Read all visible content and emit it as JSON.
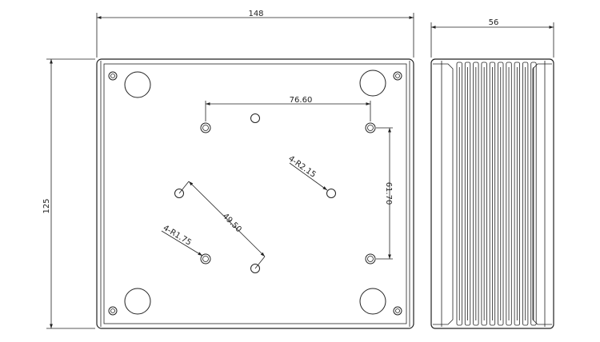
{
  "dimensions": {
    "width_total": "148",
    "height_total": "125",
    "side_width": "56",
    "hole_spacing_horizontal": "76.60",
    "hole_spacing_vertical": "61.70",
    "hole_spacing_diagonal": "49.50",
    "radius_large": "4-R2.15",
    "radius_small": "4-R1.75"
  }
}
